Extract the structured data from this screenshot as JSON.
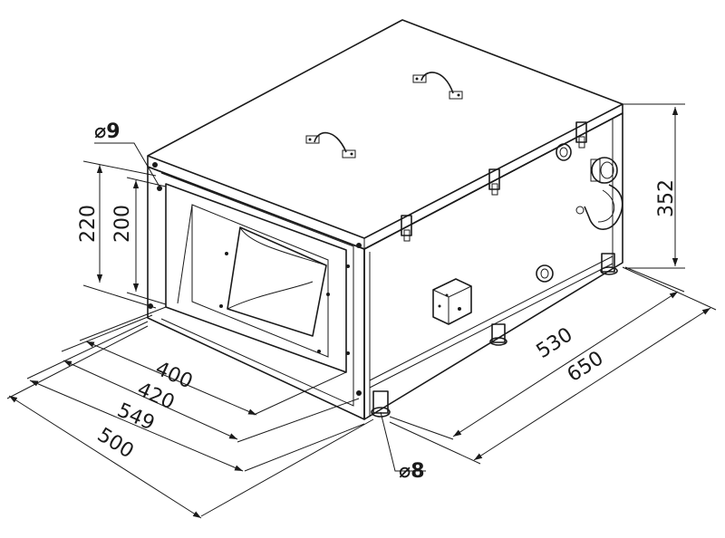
{
  "dimensions": {
    "hole_top": "⌀9",
    "hole_bottom": "⌀8",
    "height_outer": "220",
    "height_inner": "200",
    "width_400": "400",
    "width_420": "420",
    "width_549": "549",
    "width_500": "500",
    "length_530": "530",
    "length_650": "650",
    "height_352": "352"
  }
}
